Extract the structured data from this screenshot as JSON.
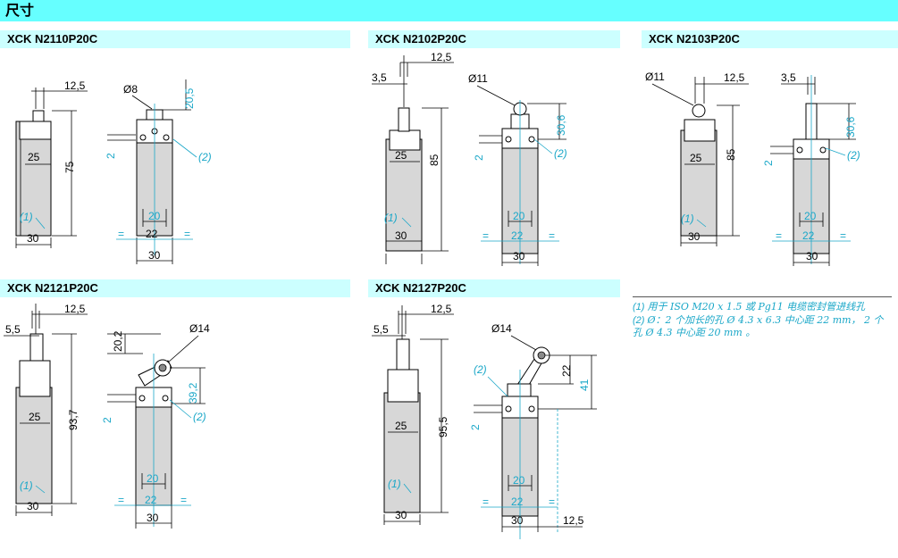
{
  "title": "尺寸",
  "sections": {
    "n2110": "XCK N2110P20C",
    "n2102": "XCK N2102P20C",
    "n2103": "XCK N2103P20C",
    "n2121": "XCK N2121P20C",
    "n2127": "XCK N2127P20C"
  },
  "dims": {
    "n2110": {
      "d1": "12,5",
      "d2": "75",
      "d3": "25",
      "d4": "30",
      "d5": "(1)",
      "d6": "Ø8",
      "d7": "20,5",
      "d8": "2",
      "d9": "(2)",
      "d10": "20",
      "d11": "=",
      "d12": "22",
      "d13": "=",
      "d14": "30"
    },
    "n2102": {
      "d1": "12,5",
      "d2": "3,5",
      "d3": "85",
      "d4": "25",
      "d5": "30",
      "d6": "(1)",
      "d7": "Ø11",
      "d8": "30,6",
      "d9": "2",
      "d10": "(2)",
      "d11": "20",
      "d12": "=",
      "d13": "22",
      "d14": "=",
      "d15": "30"
    },
    "n2103": {
      "d1": "Ø11",
      "d2": "12,5",
      "d3": "85",
      "d4": "25",
      "d5": "30",
      "d6": "(1)",
      "d7": "3,5",
      "d8": "30,6",
      "d9": "2",
      "d10": "(2)",
      "d11": "20",
      "d12": "=",
      "d13": "22",
      "d14": "=",
      "d15": "30"
    },
    "n2121": {
      "d1": "12,5",
      "d2": "5,5",
      "d3": "93,7",
      "d4": "25",
      "d5": "30",
      "d6": "(1)",
      "d7": "20,2",
      "d8": "Ø14",
      "d9": "39,2",
      "d10": "2",
      "d11": "(2)",
      "d12": "20",
      "d13": "=",
      "d14": "22",
      "d15": "=",
      "d16": "30"
    },
    "n2127": {
      "d1": "12,5",
      "d2": "5,5",
      "d3": "95,5",
      "d4": "25",
      "d5": "30",
      "d6": "(1)",
      "d7": "Ø14",
      "d8": "(2)",
      "d9": "22",
      "d10": "41",
      "d11": "2",
      "d12": "20",
      "d13": "=",
      "d14": "22",
      "d15": "=",
      "d16": "30",
      "d17": "12,5"
    }
  },
  "notes": {
    "n1_num": "(1) ",
    "n1_text": "用于 ISO M20 x 1.5 或 Pg11 电缆密封管进线孔",
    "n2_num": "(2) ",
    "n2_text": "Ø：2 个加长的孔 Ø 4.3 x 6.3 中心距 22 mm， 2 个孔 Ø 4.3 中心距 20 mm 。"
  }
}
